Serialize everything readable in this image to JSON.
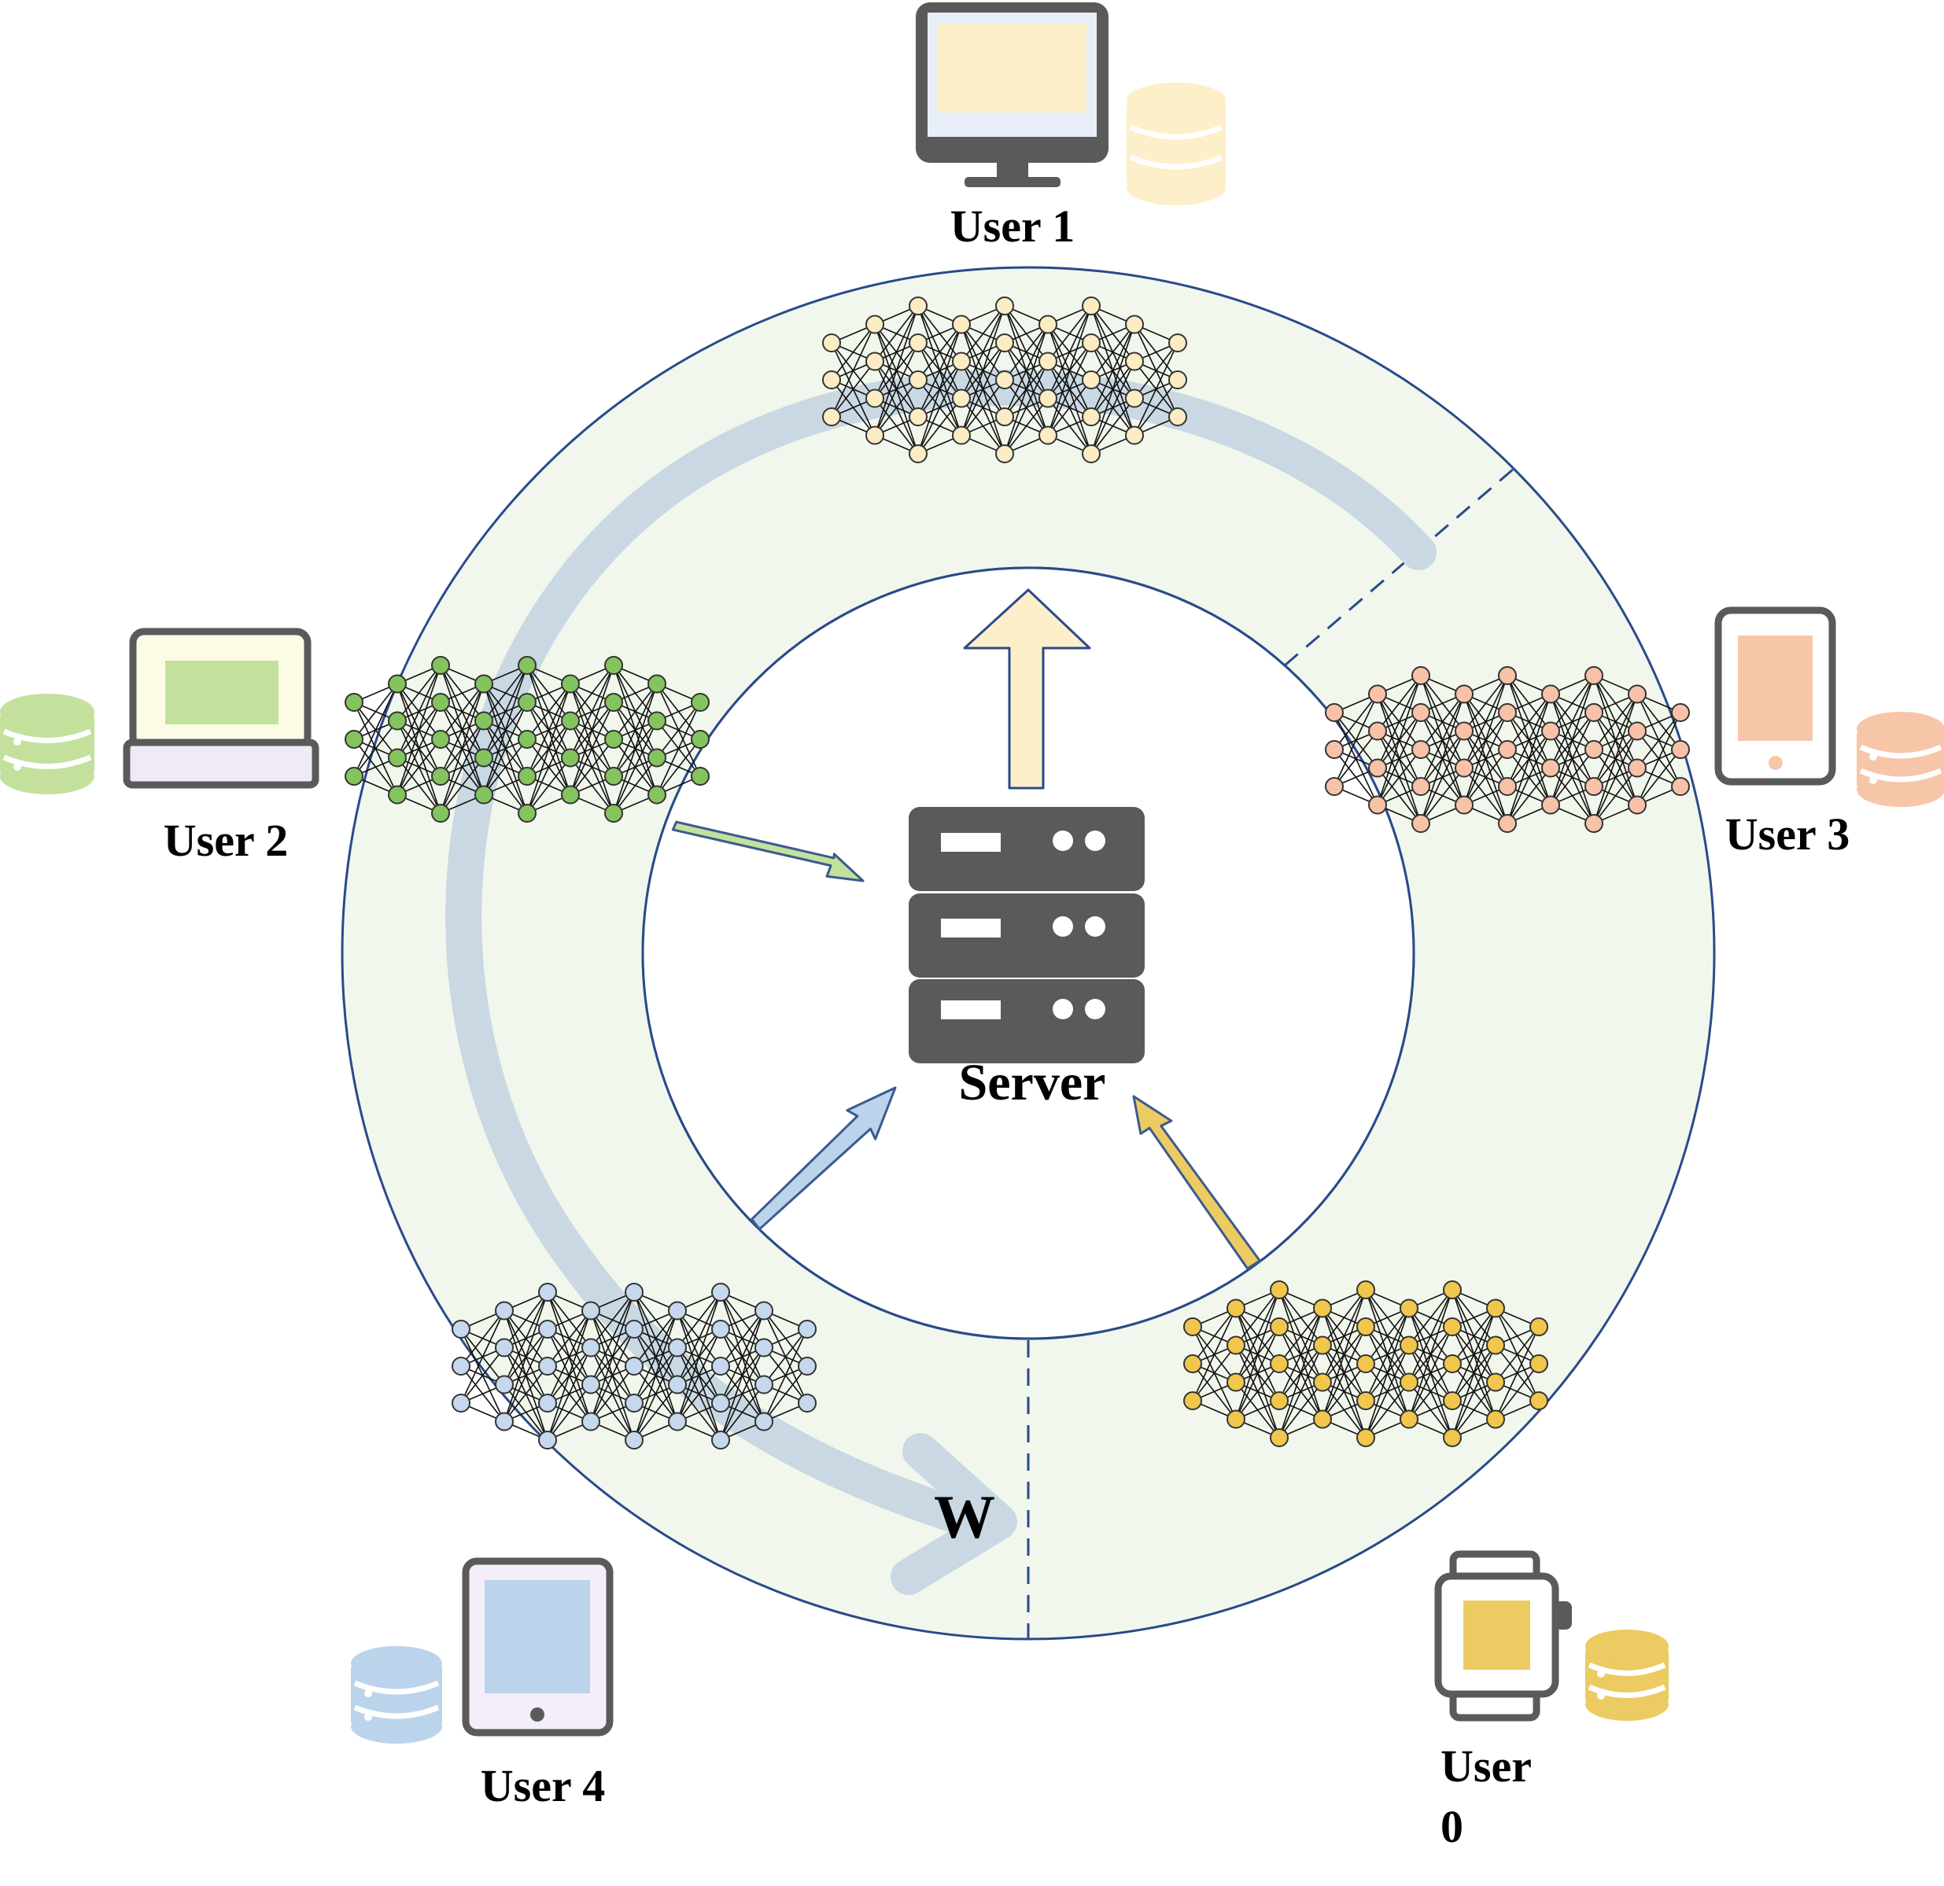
{
  "labels": {
    "user1": "User 1",
    "user2": "User 2",
    "user3": "User 3",
    "user4": "User 4",
    "user0_line1": "User",
    "user0_line2": "0",
    "server": "Server",
    "w": "W"
  },
  "colors": {
    "ring_fill": "#f1f7ec",
    "ring_stroke": "#2b4a8b",
    "flow_arrow": "#c9d8e2",
    "device_gray": "#5a5a5a",
    "user1": "#fdefc9",
    "user2": "#c3e19c",
    "user3": "#f7c6a8",
    "user4": "#bcd3ec",
    "user0": "#eccb62",
    "net_user1": "#fcecc4",
    "net_user2": "#84c45e",
    "net_user3": "#f7c2a8",
    "net_user4": "#c5d8ee",
    "net_user0": "#f0c64c",
    "arrow_user2": "#c3e19c",
    "arrow_user4": "#bcd3ec",
    "arrow_user0": "#eccb62",
    "arrow_server_up": "#fdefc9"
  },
  "icons": {
    "user1": "desktop-monitor-icon",
    "user2": "laptop-icon",
    "user3": "phone-icon",
    "user4": "tablet-icon",
    "user0": "smartwatch-icon",
    "database": "database-icon",
    "server": "server-rack-icon",
    "network": "neural-network-icon"
  }
}
